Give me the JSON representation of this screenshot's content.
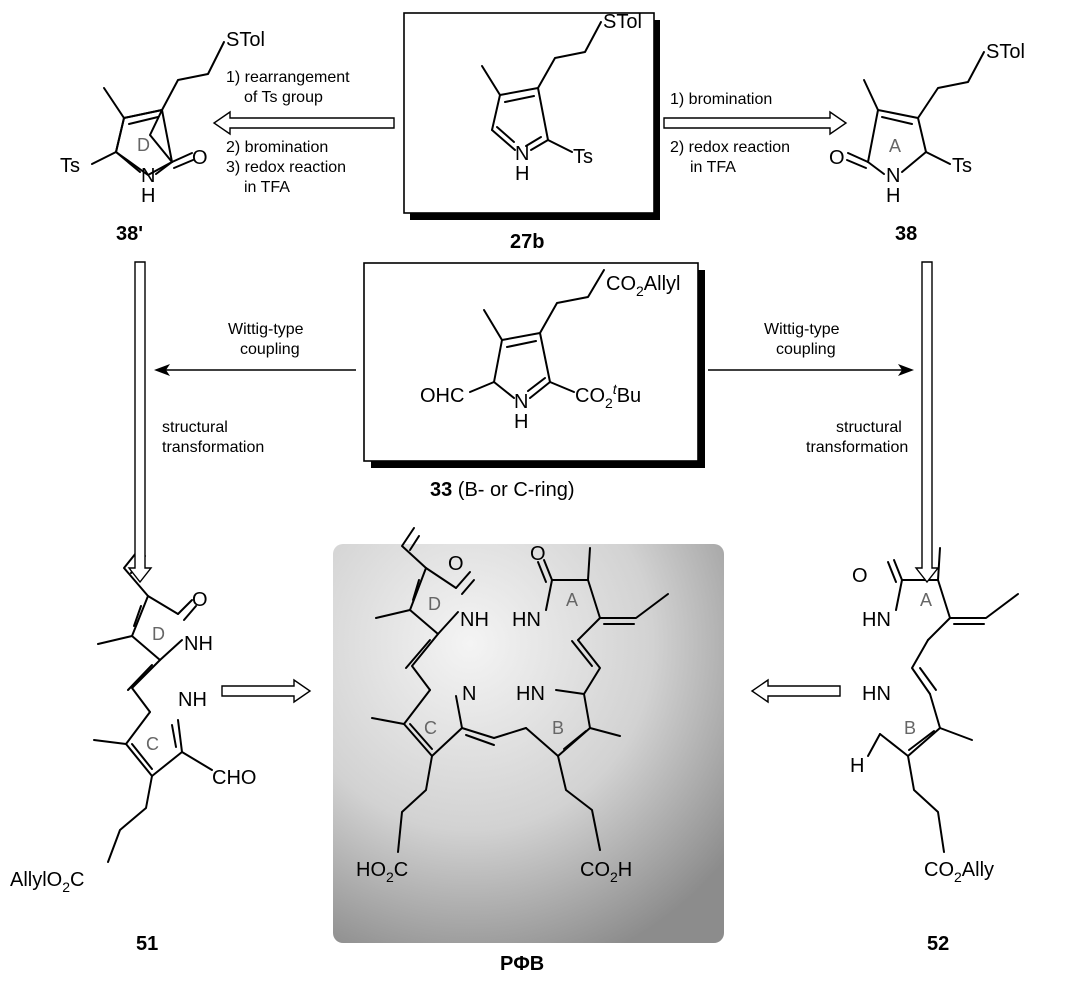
{
  "compounds": {
    "c38p": {
      "label": "38'",
      "ring": "D",
      "sub_stol": "STol",
      "sub_ts": "Ts",
      "nh_n": "N",
      "nh_h": "H",
      "o": "O"
    },
    "c27b": {
      "label": "27b",
      "sub_stol": "STol",
      "sub_ts": "Ts",
      "nh_n": "N",
      "nh_h": "H"
    },
    "c38": {
      "label": "38",
      "ring": "A",
      "sub_stol": "STol",
      "sub_ts": "Ts",
      "nh_n": "N",
      "nh_h": "H",
      "o": "O"
    },
    "c33": {
      "label_num": "33",
      "label_rest": " (B- or C-ring)",
      "ester_top": "CO",
      "ester_top_sub": "2",
      "ester_top_rest": "Allyl",
      "ohc": "OHC",
      "ester_r": "CO",
      "ester_r_sub": "2",
      "ester_r_sup": "t",
      "ester_r_rest": "Bu",
      "nh_n": "N",
      "nh_h": "H"
    },
    "c51": {
      "label": "51",
      "ring_d": "D",
      "ring_c": "C",
      "o": "O",
      "nh_d": "NH",
      "nh_c": "NH",
      "cho": "CHO",
      "ester": "AllylO",
      "ester_sub": "2",
      "ester_rest": "C"
    },
    "cpfb": {
      "label": "PΦB",
      "ring_d": "D",
      "ring_a": "A",
      "ring_c": "C",
      "ring_b": "B",
      "o_d": "O",
      "o_a": "O",
      "nh_d": "NH",
      "hn_a": "HN",
      "n_c": "N",
      "hn_b": "HN",
      "acid_l": "HO",
      "acid_l_sub": "2",
      "acid_l_rest": "C",
      "acid_r": "CO",
      "acid_r_sub": "2",
      "acid_r_rest": "H"
    },
    "c52": {
      "label": "52",
      "ring_a": "A",
      "ring_b": "B",
      "o": "O",
      "hn_a": "HN",
      "hn_b": "HN",
      "h": "H",
      "ester": "CO",
      "ester_sub": "2",
      "ester_rest": "Ally"
    }
  },
  "conditions": {
    "left_top": [
      "1) rearrangement",
      "of Ts group",
      "2) bromination",
      "3) redox reaction",
      "in TFA"
    ],
    "right_top": [
      "1) bromination",
      "2) redox reaction",
      "in TFA"
    ],
    "left_mid_coupling": [
      "Wittig-type",
      "coupling"
    ],
    "right_mid_coupling": [
      "Wittig-type",
      "coupling"
    ],
    "left_transform": [
      "structural",
      "transformation"
    ],
    "right_transform": [
      "structural",
      "transformation"
    ]
  },
  "colors": {
    "box_shadow": "#000000",
    "pfb_dark": "#8a8a8a",
    "pfb_light": "#f2f2f2",
    "ring_label": "#666666"
  }
}
